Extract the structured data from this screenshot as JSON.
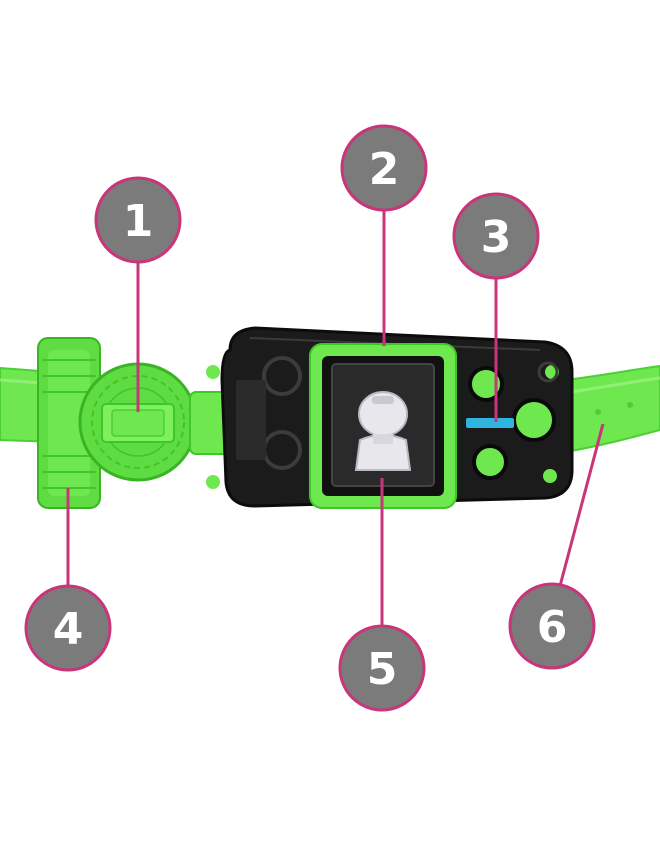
{
  "callouts": [
    {
      "id": 1,
      "label": "1"
    },
    {
      "id": 2,
      "label": "2"
    },
    {
      "id": 3,
      "label": "3"
    },
    {
      "id": 4,
      "label": "4"
    },
    {
      "id": 5,
      "label": "5"
    },
    {
      "id": 6,
      "label": "6"
    }
  ],
  "colors": {
    "belt_green": "#6fe84f",
    "belt_green_dark": "#3fc629",
    "body_black": "#1b1b1b",
    "callout_fill": "#7b7b7b",
    "callout_ring": "#c8357a",
    "leader_line": "#c8357a",
    "figure_white": "#e8e8ec",
    "indicator_blue": "#2fb4e0"
  }
}
